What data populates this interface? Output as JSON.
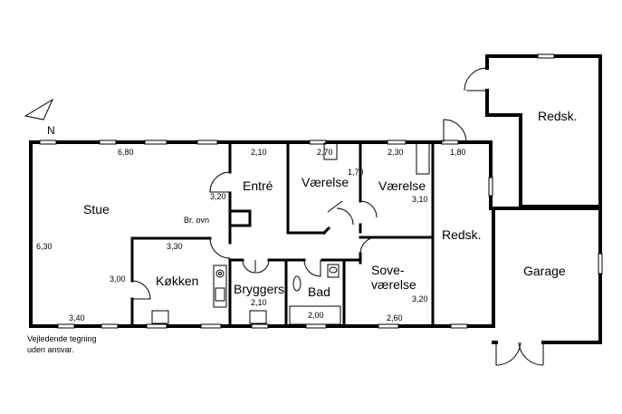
{
  "compass_letter": "N",
  "rooms": {
    "stue": "Stue",
    "entre": "Entré",
    "vaerelse1": "Værelse",
    "vaerelse2": "Værelse",
    "redsk_top": "Redsk.",
    "redsk_mid": "Redsk.",
    "koekken": "Køkken",
    "bryggers": "Bryggers",
    "bad": "Bad",
    "sove_line1": "Sove-",
    "sove_line2": "værelse",
    "garage": "Garage"
  },
  "dimensions": {
    "stue_width": "6,80",
    "stue_height": "6,30",
    "stue_bottom": "3,40",
    "stue_inner": "3,20",
    "entre_width": "2,10",
    "vaerelse1_width": "2,70",
    "vaerelse1_height": "1,70",
    "vaerelse2_width": "2,30",
    "vaerelse2_height": "3,10",
    "redsk_width": "1,80",
    "koekken_width": "3,30",
    "koekken_height": "3,00",
    "bryggers_width": "2,10",
    "bad_width": "2,00",
    "sove_height": "3,20",
    "sove_width": "2,60"
  },
  "labels": {
    "stove": "Br. ovn",
    "disclaimer_line1": "Vejledende tegning",
    "disclaimer_line2": "uden ansvar."
  }
}
